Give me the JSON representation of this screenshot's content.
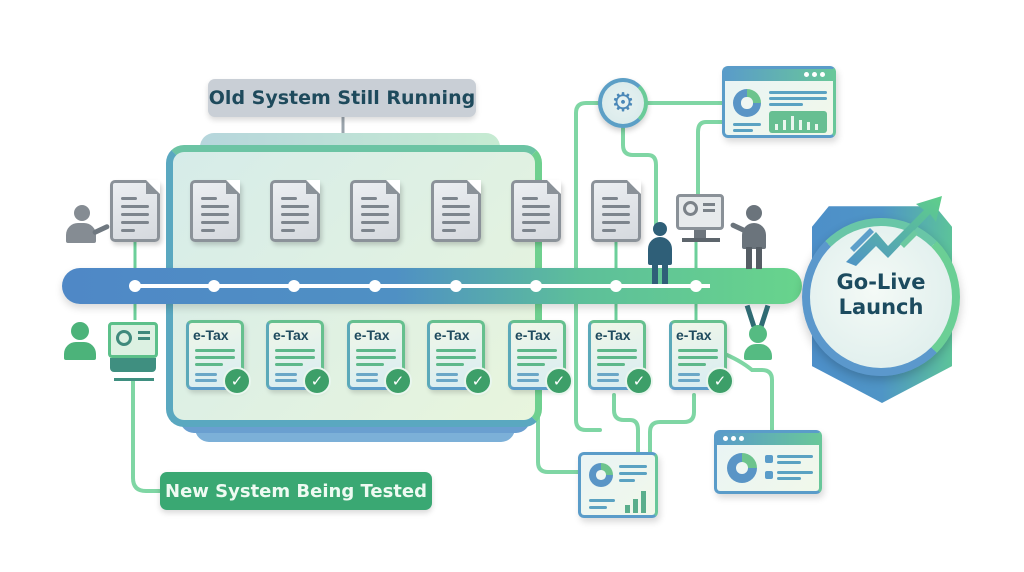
{
  "diagram": {
    "labels": {
      "old_system": "Old System Still Running",
      "new_system": "New System Being Tested",
      "go_live_line1": "Go-Live",
      "go_live_line2": "Launch"
    },
    "timeline": {
      "stages": 8
    },
    "old_documents": [
      {
        "id": "doc-1",
        "icon": "document-icon"
      },
      {
        "id": "doc-2",
        "icon": "document-icon"
      },
      {
        "id": "doc-3",
        "icon": "document-icon"
      },
      {
        "id": "doc-4",
        "icon": "document-icon"
      },
      {
        "id": "doc-5",
        "icon": "document-icon"
      },
      {
        "id": "doc-6",
        "icon": "document-icon"
      },
      {
        "id": "doc-7",
        "icon": "document-icon"
      }
    ],
    "etax_cards": [
      {
        "title": "e-Tax",
        "status": "check-icon"
      },
      {
        "title": "e-Tax",
        "status": "check-icon"
      },
      {
        "title": "e-Tax",
        "status": "check-icon"
      },
      {
        "title": "e-Tax",
        "status": "check-icon"
      },
      {
        "title": "e-Tax",
        "status": "check-icon"
      },
      {
        "title": "e-Tax",
        "status": "check-icon"
      },
      {
        "title": "e-Tax",
        "status": "check-icon"
      }
    ],
    "icons": {
      "gear": "⚙",
      "check": "✓"
    },
    "colors": {
      "old_label_bg": "#c9cfd6",
      "old_label_text": "#1e4a5c",
      "new_label_bg": "#3aa873",
      "timeline_blue": "#4f88c6",
      "timeline_green": "#68d48c",
      "doc_gray": "#8b9299",
      "check_green": "#3d9f69",
      "badge_text": "#1c4b5f"
    }
  }
}
